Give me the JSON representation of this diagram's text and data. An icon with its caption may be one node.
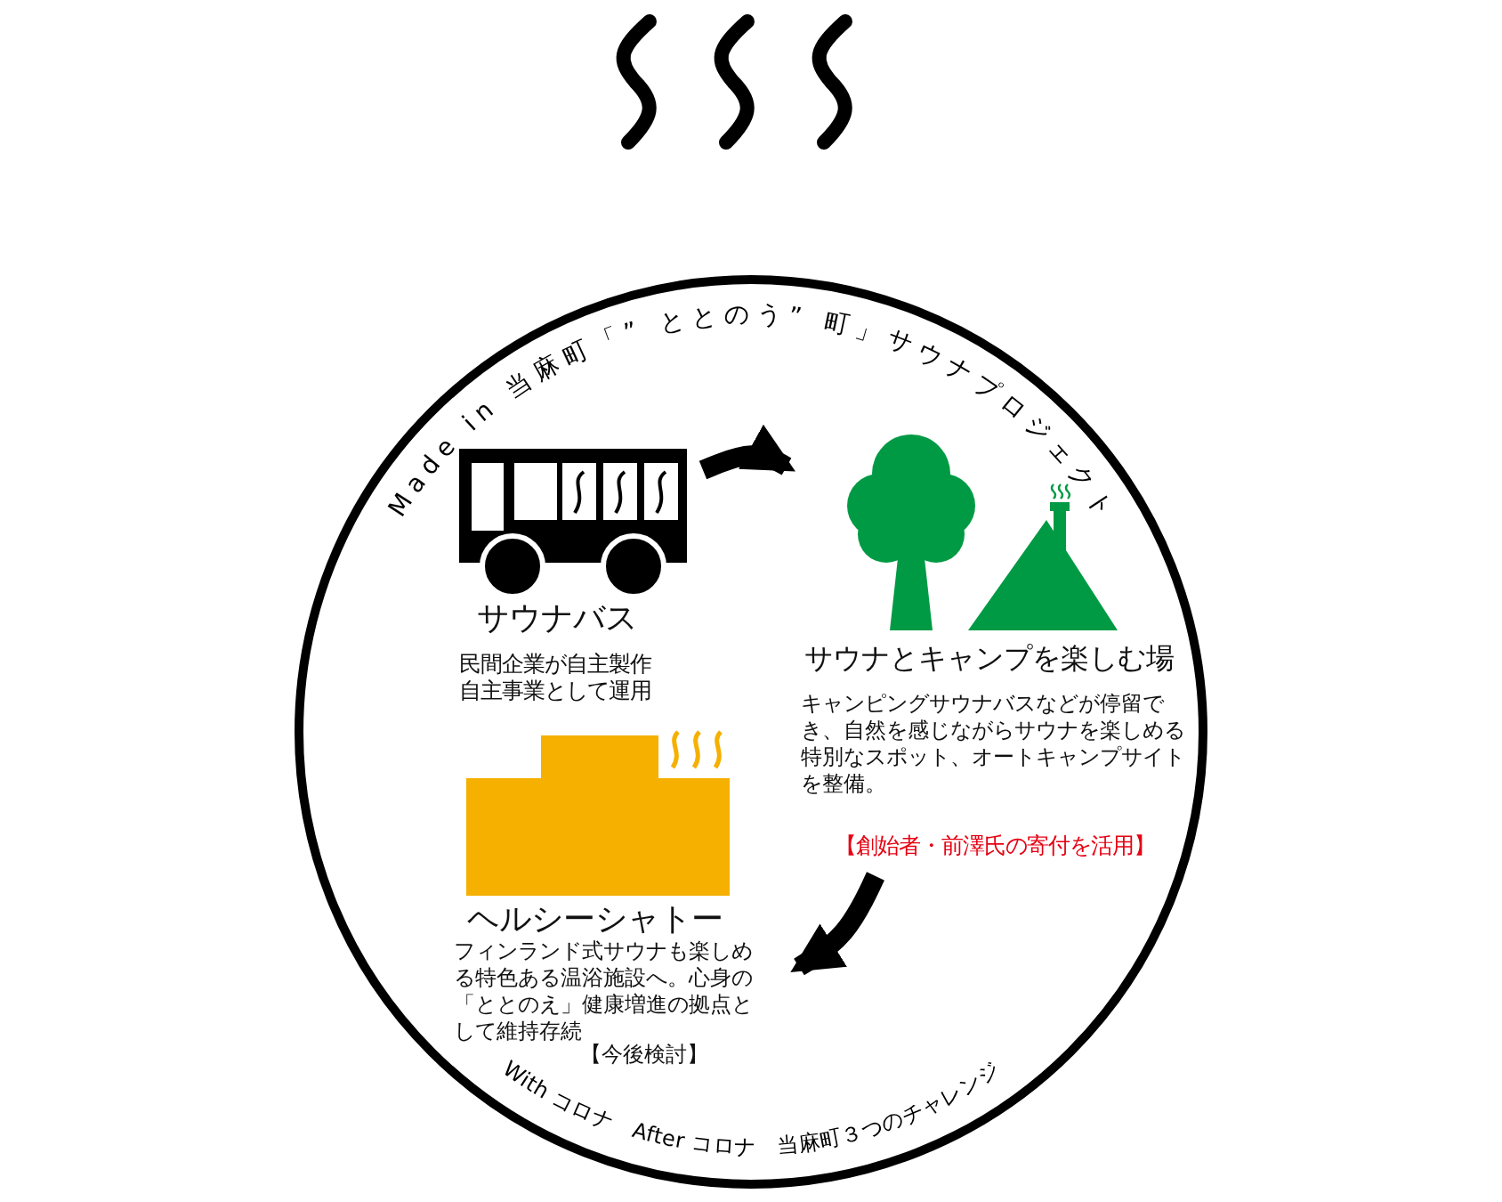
{
  "diagram": {
    "nodes": [
      {
        "text": [
          "サウナバス",
          "民間企業が自主製作自主事業として運用"
        ]
      },
      {
        "text": [
          "サウナとキャンプを楽しむ場",
          "キャンピングサウナバスなどが停留でき、自然を感じながらサウナを楽しめる特別なスポット、オートキャンプサイトを整備。",
          "【創始者・前澤氏の寄付を活用】"
        ]
      },
      {
        "text": [
          "ヘルシーシャトー",
          "フィンランド式サウナも楽しめる特色ある温浴施設へ。心身の「ととのえ」健康増進の拠点として維持存続",
          "【今後検討】"
        ]
      }
    ],
    "edges": [
      {
        "from": 0,
        "to": 1,
        "arrow": "to"
      },
      {
        "from": 1,
        "to": 2,
        "arrow": "to"
      }
    ],
    "labels": [
      "Made in 当麻町「” ととのう” 町」サウナプロジェクト",
      "With コロナ　After コロナ　当麻町３つのチャレンジ"
    ]
  }
}
